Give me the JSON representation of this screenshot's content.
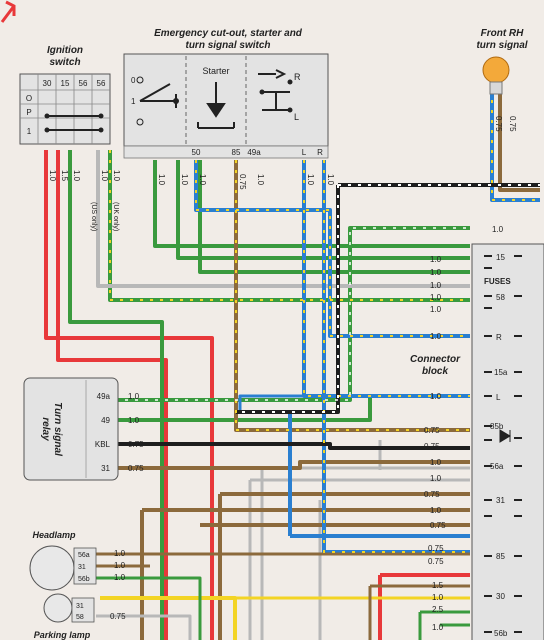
{
  "colors": {
    "paper": "#f1ece7",
    "red": "#e8383a",
    "green": "#3a9a3e",
    "brown": "#8c6a3c",
    "blue": "#2a7fd0",
    "black": "#1e1e1e",
    "grey": "#b8b8b8",
    "yellow": "#f3d424",
    "component_fill": "#e3e3e3",
    "bulb": "#f3a93a"
  },
  "ignition_switch": {
    "title_line1": "Ignition",
    "title_line2": "switch",
    "columns": [
      "30",
      "15",
      "56",
      "56"
    ],
    "rows": [
      "O",
      "P",
      "1"
    ],
    "wire_sizes": [
      "1.0",
      "1.5",
      "1.0",
      "1.0",
      "1.0"
    ],
    "notes": [
      "(UK only)",
      "(US only)"
    ]
  },
  "switch_unit": {
    "title_line1": "Emergency cut-out, starter and",
    "title_line2": "turn signal switch",
    "starter_label": "Starter",
    "zero_label": "0",
    "one_label": "1",
    "r_label": "R",
    "l_label": "L",
    "terminals": [
      "50",
      "85",
      "49a",
      "L",
      "R"
    ],
    "wire_sizes": [
      "1.0",
      "1.0",
      "1.0",
      "0.75",
      "1.0",
      "1.0",
      "1.0"
    ]
  },
  "front_rh_turn_signal": {
    "title_line1": "Front RH",
    "title_line2": "turn signal",
    "wire_sizes": [
      "0.75",
      "0.75"
    ]
  },
  "turn_signal_relay": {
    "title_line1": "Turn signal",
    "title_line2": "relay",
    "pins": [
      "49a",
      "49",
      "KBL",
      "31"
    ],
    "wire_sizes": [
      "1.0",
      "1.0",
      "0.75",
      "0.75"
    ]
  },
  "headlamp": {
    "title": "Headlamp",
    "pins": [
      "56a",
      "31",
      "56b"
    ],
    "wire_sizes": [
      "1.0",
      "1.0",
      "1.0"
    ]
  },
  "parking_lamp": {
    "title": "Parking lamp",
    "pins": [
      "31",
      "58"
    ],
    "wire_sizes": [
      "0.75"
    ]
  },
  "connector_block": {
    "title_line1": "Connector",
    "title_line2": "block",
    "fuses_label": "FUSES",
    "terminals": [
      "15",
      "58",
      "R",
      "15a",
      "L",
      "85b",
      "56a",
      "31",
      "85",
      "30",
      "56b"
    ],
    "wire_sizes": [
      "1.0",
      "1.0",
      "1.0",
      "1.0",
      "1.0",
      "1.0",
      "1.0",
      "1.0",
      "0.75",
      "0.75",
      "1.0",
      "1.0",
      "0.75",
      "1.0",
      "0.75",
      "0.75",
      "0.75",
      "1.5",
      "1.0",
      "2.5",
      "1.0"
    ]
  }
}
